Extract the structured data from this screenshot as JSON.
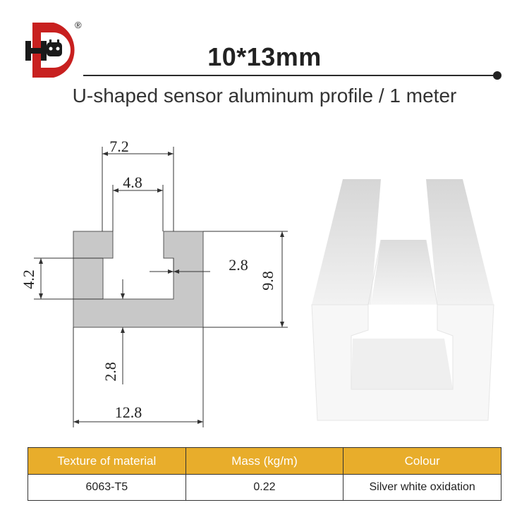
{
  "brand": {
    "logo_icon": "hd-logo-icon",
    "registered_mark": "®",
    "primary_color": "#c8201f",
    "dark_color": "#1a1a1a"
  },
  "header": {
    "size": "10*13mm",
    "subtitle": "U-shaped sensor aluminum profile / 1 meter"
  },
  "dimensions": {
    "slot_width": "7.2",
    "slot_inner_width": "4.8",
    "flange_thickness": "2.8",
    "profile_height": "9.8",
    "slot_depth": "4.2",
    "base_thickness": "2.8",
    "profile_width": "12.8"
  },
  "table": {
    "headers": [
      "Texture of material",
      "Mass (kg/m)",
      "Colour"
    ],
    "rows": [
      [
        "6063-T5",
        "0.22",
        "Silver white oxidation"
      ]
    ],
    "header_color": "#e8ad2b"
  }
}
